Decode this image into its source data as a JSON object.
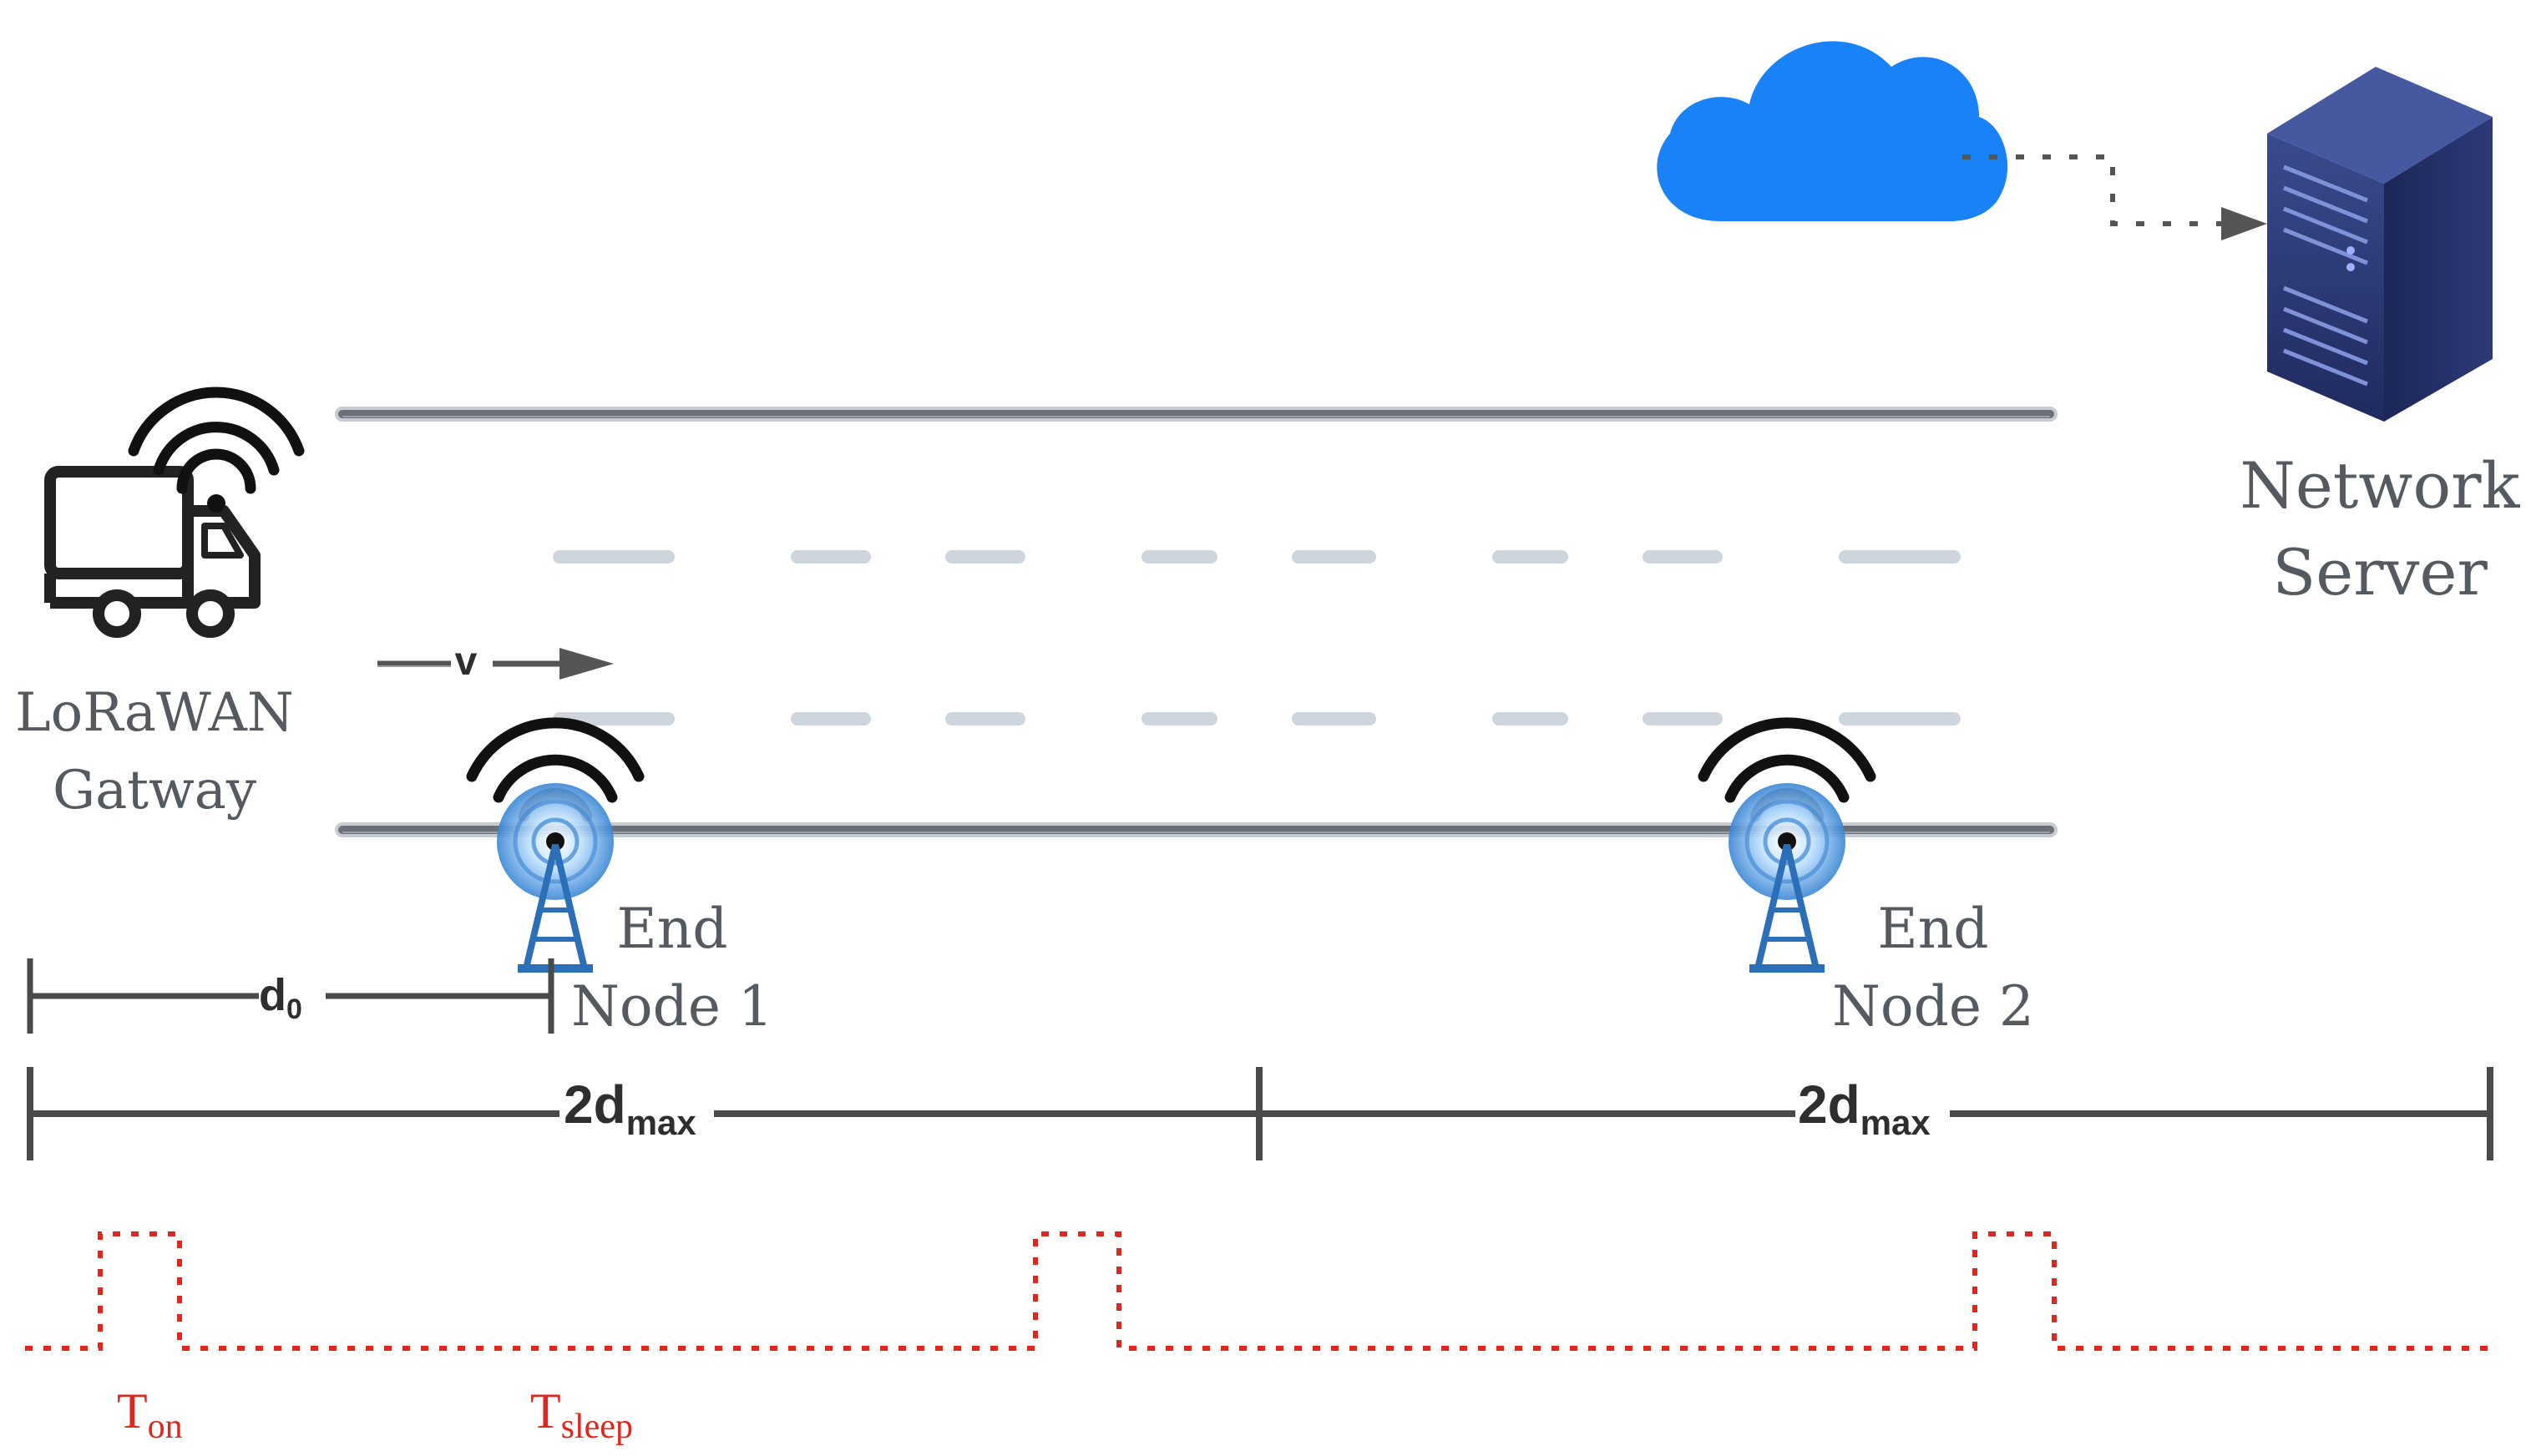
{
  "labels": {
    "gateway_line1": "LoRaWAN",
    "gateway_line2": "Gatway",
    "server_line1": "Network",
    "server_line2": "Server",
    "node1_line1": "End",
    "node1_line2": "Node 1",
    "node2_line1": "End",
    "node2_line2": "Node 2",
    "velocity": "v",
    "d0_main": "d",
    "d0_sub": "0",
    "dmax_1_main": "2d",
    "dmax_1_sub": "max",
    "dmax_2_main": "2d",
    "dmax_2_sub": "max",
    "ton_main": "T",
    "ton_sub": "on",
    "tsleep_main": "T",
    "tsleep_sub": "sleep"
  },
  "colors": {
    "cloud": "#1a82f7",
    "server": "#2b3a7a",
    "road": "#6b7078",
    "lane_dash": "#cfd5dc",
    "signal": "#e0261d",
    "measure": "#4a4a4a",
    "icon_dark": "#222222",
    "tower": "#3a86d4"
  },
  "icons": {
    "truck": "truck-icon",
    "wifi": "wifi-icon",
    "cloud": "cloud-icon",
    "server": "server-icon",
    "antenna": "antenna-tower-icon"
  }
}
